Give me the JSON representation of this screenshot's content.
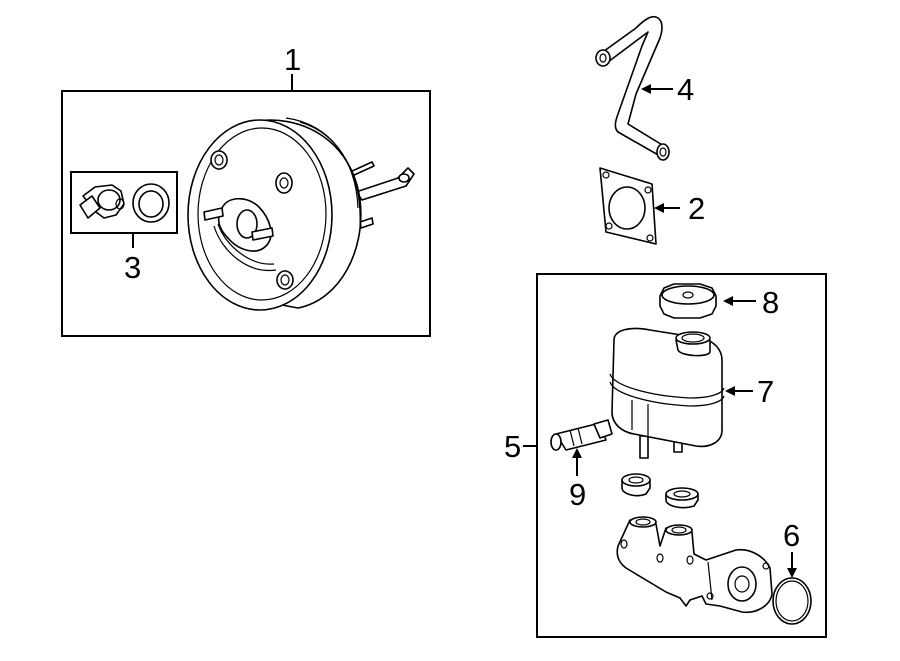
{
  "diagram": {
    "callouts": [
      {
        "id": "1",
        "label": "1"
      },
      {
        "id": "2",
        "label": "2"
      },
      {
        "id": "3",
        "label": "3"
      },
      {
        "id": "4",
        "label": "4"
      },
      {
        "id": "5",
        "label": "5"
      },
      {
        "id": "6",
        "label": "6"
      },
      {
        "id": "7",
        "label": "7"
      },
      {
        "id": "8",
        "label": "8"
      },
      {
        "id": "9",
        "label": "9"
      }
    ],
    "parts": [
      {
        "callout": "1",
        "icon": "brake-booster-icon"
      },
      {
        "callout": "2",
        "icon": "gasket-icon"
      },
      {
        "callout": "3",
        "icon": "check-valve-and-grommet-icon"
      },
      {
        "callout": "4",
        "icon": "vacuum-hose-icon"
      },
      {
        "callout": "5",
        "icon": "master-cylinder-assembly-icon"
      },
      {
        "callout": "6",
        "icon": "o-ring-icon"
      },
      {
        "callout": "7",
        "icon": "fluid-reservoir-icon"
      },
      {
        "callout": "8",
        "icon": "reservoir-cap-icon"
      },
      {
        "callout": "9",
        "icon": "fluid-level-sensor-icon"
      }
    ],
    "line_color": "#000000",
    "background": "#ffffff"
  }
}
